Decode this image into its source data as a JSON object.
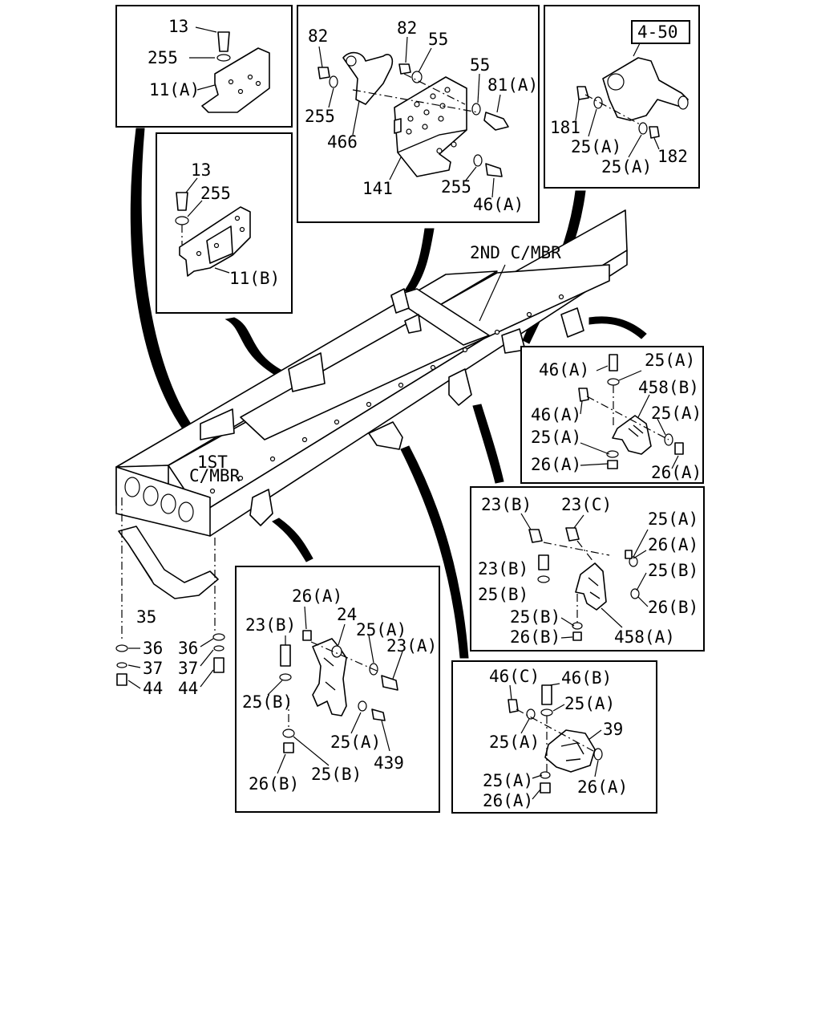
{
  "diagram": {
    "panels": {
      "top_left": {
        "parts": [
          "13",
          "255",
          "11(A)"
        ]
      },
      "mid_left": {
        "parts": [
          "13",
          "255",
          "11(B)"
        ]
      },
      "top_center": {
        "parts": [
          "82",
          "82",
          "55",
          "55",
          "81(A)",
          "255",
          "466",
          "141",
          "255",
          "46(A)"
        ]
      },
      "top_right": {
        "ref_box": "4-50",
        "parts": [
          "181",
          "25(A)",
          "25(A)",
          "182"
        ]
      },
      "right_upper": {
        "parts": [
          "46(A)",
          "25(A)",
          "458(B)",
          "46(A)",
          "25(A)",
          "25(A)",
          "26(A)",
          "26(A)"
        ]
      },
      "right_middle": {
        "parts": [
          "23(B)",
          "23(C)",
          "25(A)",
          "26(A)",
          "23(B)",
          "25(B)",
          "25(B)",
          "26(B)",
          "25(B)",
          "26(B)",
          "458(A)"
        ]
      },
      "bottom_center": {
        "parts": [
          "26(A)",
          "23(B)",
          "24",
          "25(A)",
          "23(A)",
          "25(B)",
          "25(A)",
          "439",
          "26(B)",
          "25(B)"
        ]
      },
      "bottom_right": {
        "parts": [
          "46(C)",
          "46(B)",
          "25(A)",
          "39",
          "25(A)",
          "25(A)",
          "26(A)",
          "26(A)"
        ]
      }
    },
    "frame_labels": {
      "second_member": "2ND C/MBR",
      "first_member_line1": "1ST",
      "first_member_line2": "C/MBR"
    },
    "loose_parts": [
      "35",
      "36",
      "36",
      "37",
      "37",
      "44",
      "44"
    ]
  }
}
